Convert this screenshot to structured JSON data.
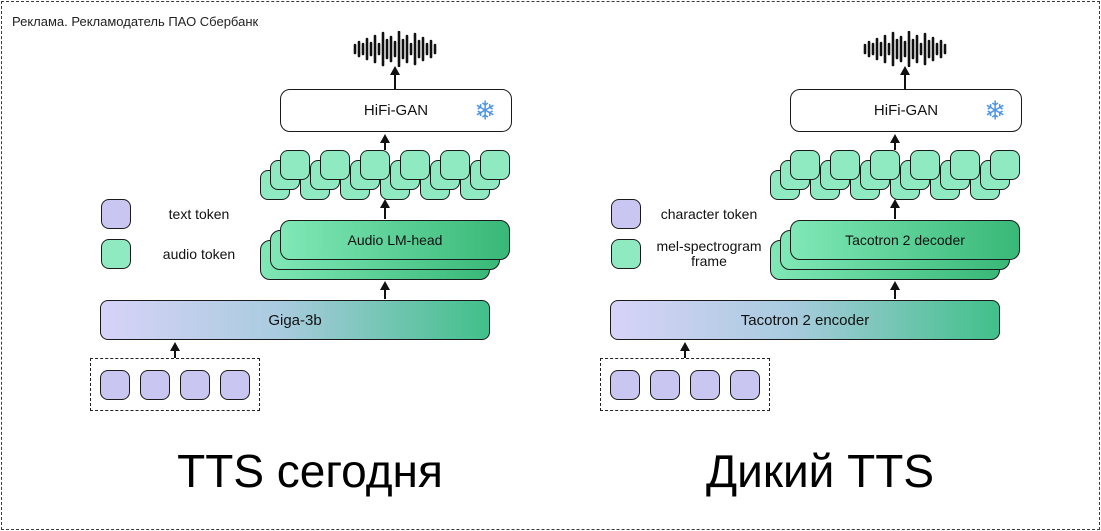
{
  "ad_label": "Реклама. Рекламодатель ПАО Сбербанк",
  "icons": {
    "snowflake": "❄",
    "waveform": "audio-waveform"
  },
  "colors": {
    "text_token_purple": "#c9c6f2",
    "audio_token_green": "#8feac2",
    "box_gradient_start": "#d7d3f8",
    "box_gradient_end": "#41c08a",
    "snowflake_blue": "#4f97e6"
  },
  "diagrams": [
    {
      "title": "TTS сегодня",
      "vocoder_label": "HiFi-GAN",
      "decoder_label": "Audio LM-head",
      "encoder_label": "Giga-3b",
      "legend": [
        {
          "label": "text token"
        },
        {
          "label": "audio token"
        }
      ]
    },
    {
      "title": "Дикий TTS",
      "vocoder_label": "HiFi-GAN",
      "decoder_label": "Tacotron 2 decoder",
      "encoder_label": "Tacotron 2 encoder",
      "legend": [
        {
          "label": "character token"
        },
        {
          "label": "mel-spectrogram frame"
        }
      ]
    }
  ]
}
